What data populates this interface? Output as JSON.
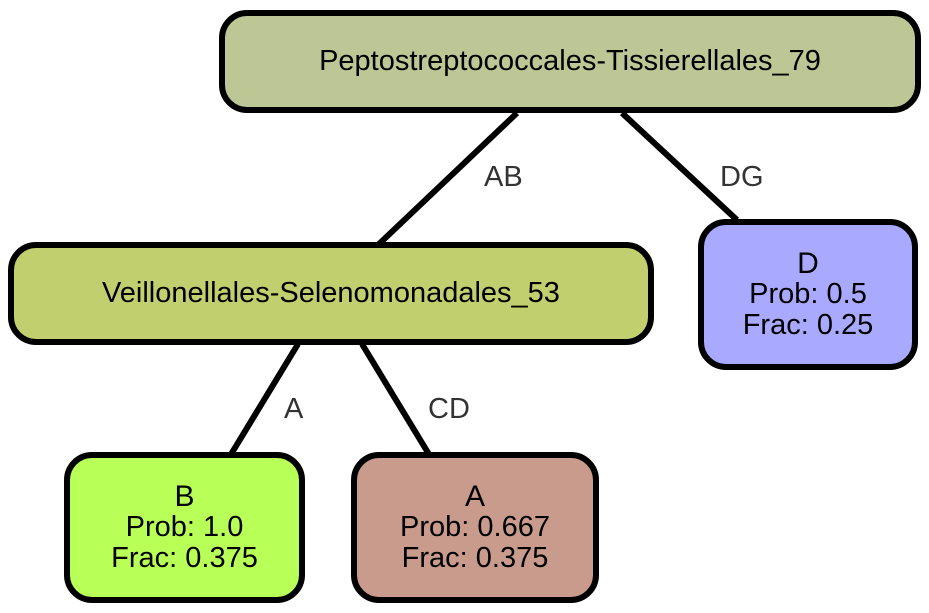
{
  "nodes": {
    "root": {
      "label": "Peptostreptococcales-Tissierellales_79",
      "color": "#bcc795"
    },
    "veil": {
      "label": "Veillonellales-Selenomonadales_53",
      "color": "#c2cf6e"
    },
    "d": {
      "title": "D",
      "prob": "Prob: 0.5",
      "frac": "Frac: 0.25",
      "color": "#a9aaff"
    },
    "b": {
      "title": "B",
      "prob": "Prob: 1.0",
      "frac": "Frac: 0.375",
      "color": "#b8ff57"
    },
    "a": {
      "title": "A",
      "prob": "Prob: 0.667",
      "frac": "Frac: 0.375",
      "color": "#c99b8d"
    }
  },
  "edges": {
    "root_veil": "AB",
    "root_d": "DG",
    "veil_b": "A",
    "veil_a": "CD"
  }
}
